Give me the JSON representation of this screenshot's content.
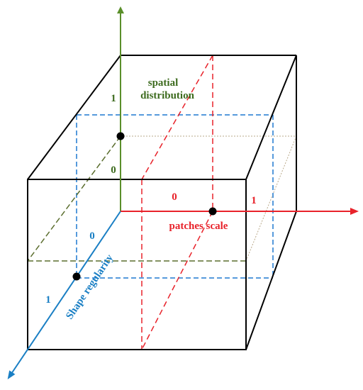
{
  "labels": {
    "y_axis_name_line1": "spatial",
    "y_axis_name_line2": "distribution",
    "y_one": "1",
    "y_zero": "0",
    "x_axis_name": "patches scale",
    "x_zero": "0",
    "x_one": "1",
    "z_axis_name": "Shape regularity",
    "z_zero": "0",
    "z_one": "1"
  },
  "colors": {
    "box": "#000000",
    "y_axis": "#5a8f2a",
    "y_text": "#3d6b1e",
    "x_axis": "#e8222a",
    "x_text": "#e8222a",
    "z_axis": "#1a7fc4",
    "z_text": "#1a7fc4",
    "blue_plane": "#1f78d1",
    "red_plane": "#e8222a",
    "green_plane": "#5b6e2e",
    "tan_plane": "#b9a98a"
  }
}
